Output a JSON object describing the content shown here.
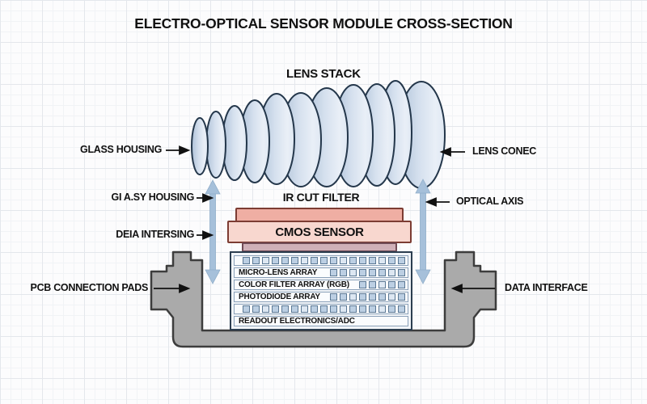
{
  "title": "ELECTRO-OPTICAL SENSOR MODULE CROSS-SECTION",
  "lens_stack_label": "LENS STACK",
  "ir_filter_label": "IR CUT FILTER",
  "cmos_sensor_label": "CMOS SENSOR",
  "callouts": {
    "left": [
      {
        "label": "GLASS HOUSING"
      },
      {
        "label": "GI A.SY HOUSING"
      },
      {
        "label": "DEIA INTERSING"
      },
      {
        "label": "PCB CONNECTION PADS"
      }
    ],
    "right": [
      {
        "label": "LENS CONEC"
      },
      {
        "label": "OPTICAL AXIS"
      },
      {
        "label": "DATA INTERFACE"
      }
    ]
  },
  "stack": {
    "layers": [
      {
        "label": "",
        "squares": 17
      },
      {
        "label": "MICRO-LENS ARRAY",
        "squares": 8
      },
      {
        "label": "COLOR FILTER ARRAY (RGB)",
        "squares": 5
      },
      {
        "label": "PHOTODIODE ARRAY",
        "squares": 8
      },
      {
        "label": "",
        "squares": 17
      },
      {
        "label": "READOUT ELECTRONICS/ADC",
        "squares": 0
      }
    ]
  },
  "colors": {
    "lens_fill_light": "#e9eff7",
    "lens_fill_dark": "#aec1d8",
    "lens_stroke": "#24374b",
    "housing_gray": "#aaaaaa",
    "housing_stroke": "#3d3d3d",
    "filter_salmon": "#efaea3",
    "sensor_pink": "#f8d7cf",
    "substrate_mauve": "#cfb0b8",
    "optical_arrow_blue": "#a6c0da",
    "square_blue": "#bccfe3",
    "text": "#111111"
  }
}
